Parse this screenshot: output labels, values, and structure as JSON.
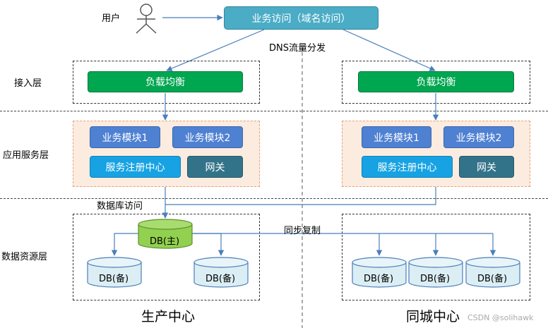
{
  "actor": {
    "label": "用户"
  },
  "access": {
    "label": "业务访问（域名访问）"
  },
  "dns": {
    "label": "DNS流量分发"
  },
  "layers": {
    "access": "接入层",
    "app": "应用服务层",
    "data": "数据资源层"
  },
  "left": {
    "lb": "负载均衡",
    "biz1": "业务模块1",
    "biz2": "业务模块2",
    "registry": "服务注册中心",
    "gateway": "网关",
    "db_master": "DB(主)",
    "db_backup1": "DB(备)",
    "db_backup2": "DB(备)",
    "footer": "生产中心"
  },
  "right": {
    "lb": "负载均衡",
    "biz1": "业务模块1",
    "biz2": "业务模块2",
    "registry": "服务注册中心",
    "gateway": "网关",
    "db_backup1": "DB(备)",
    "db_backup2": "DB(备)",
    "db_backup3": "DB(备)",
    "footer": "同城中心"
  },
  "db_access": {
    "label": "数据库访问"
  },
  "sync": {
    "label": "同步复制"
  },
  "watermark": "CSDN @solihawk",
  "colors": {
    "access_box": "#4bacc6",
    "load_balancer": "#00a650",
    "business_module": "#4f81d2",
    "registry": "#17a3e3",
    "gateway": "#33738a",
    "db_master": "#92d050",
    "db_backup": "#dbeef4",
    "arrow": "#4a7ebb",
    "app_zone": "#fcebdf"
  }
}
